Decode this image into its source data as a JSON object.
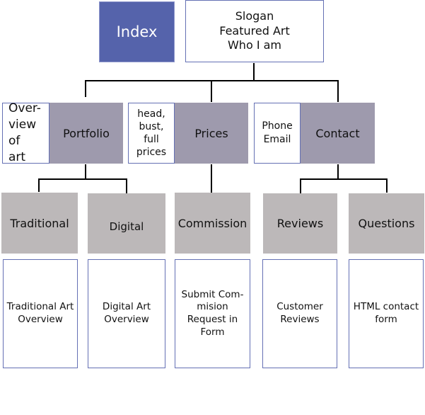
{
  "index": "Index",
  "home_box": "Slogan\nFeatured Art\nWho I am",
  "categories": [
    {
      "title": "Portfolio",
      "note": "Over-\nview of\nart"
    },
    {
      "title": "Prices",
      "note": "head,\nbust,\nfull\nprices"
    },
    {
      "title": "Contact",
      "note": "Phone\nEmail"
    }
  ],
  "subpages": [
    {
      "title": "Traditional",
      "content": "Traditional Art\nOverview"
    },
    {
      "title": "Digital",
      "content": "Digital Art\nOverview"
    },
    {
      "title": "Commission",
      "content": "Submit Com-\nmision\nRequest in\nForm"
    },
    {
      "title": "Reviews",
      "content": "Customer\nReviews"
    },
    {
      "title": "Questions",
      "content": "HTML contact\nform"
    }
  ]
}
